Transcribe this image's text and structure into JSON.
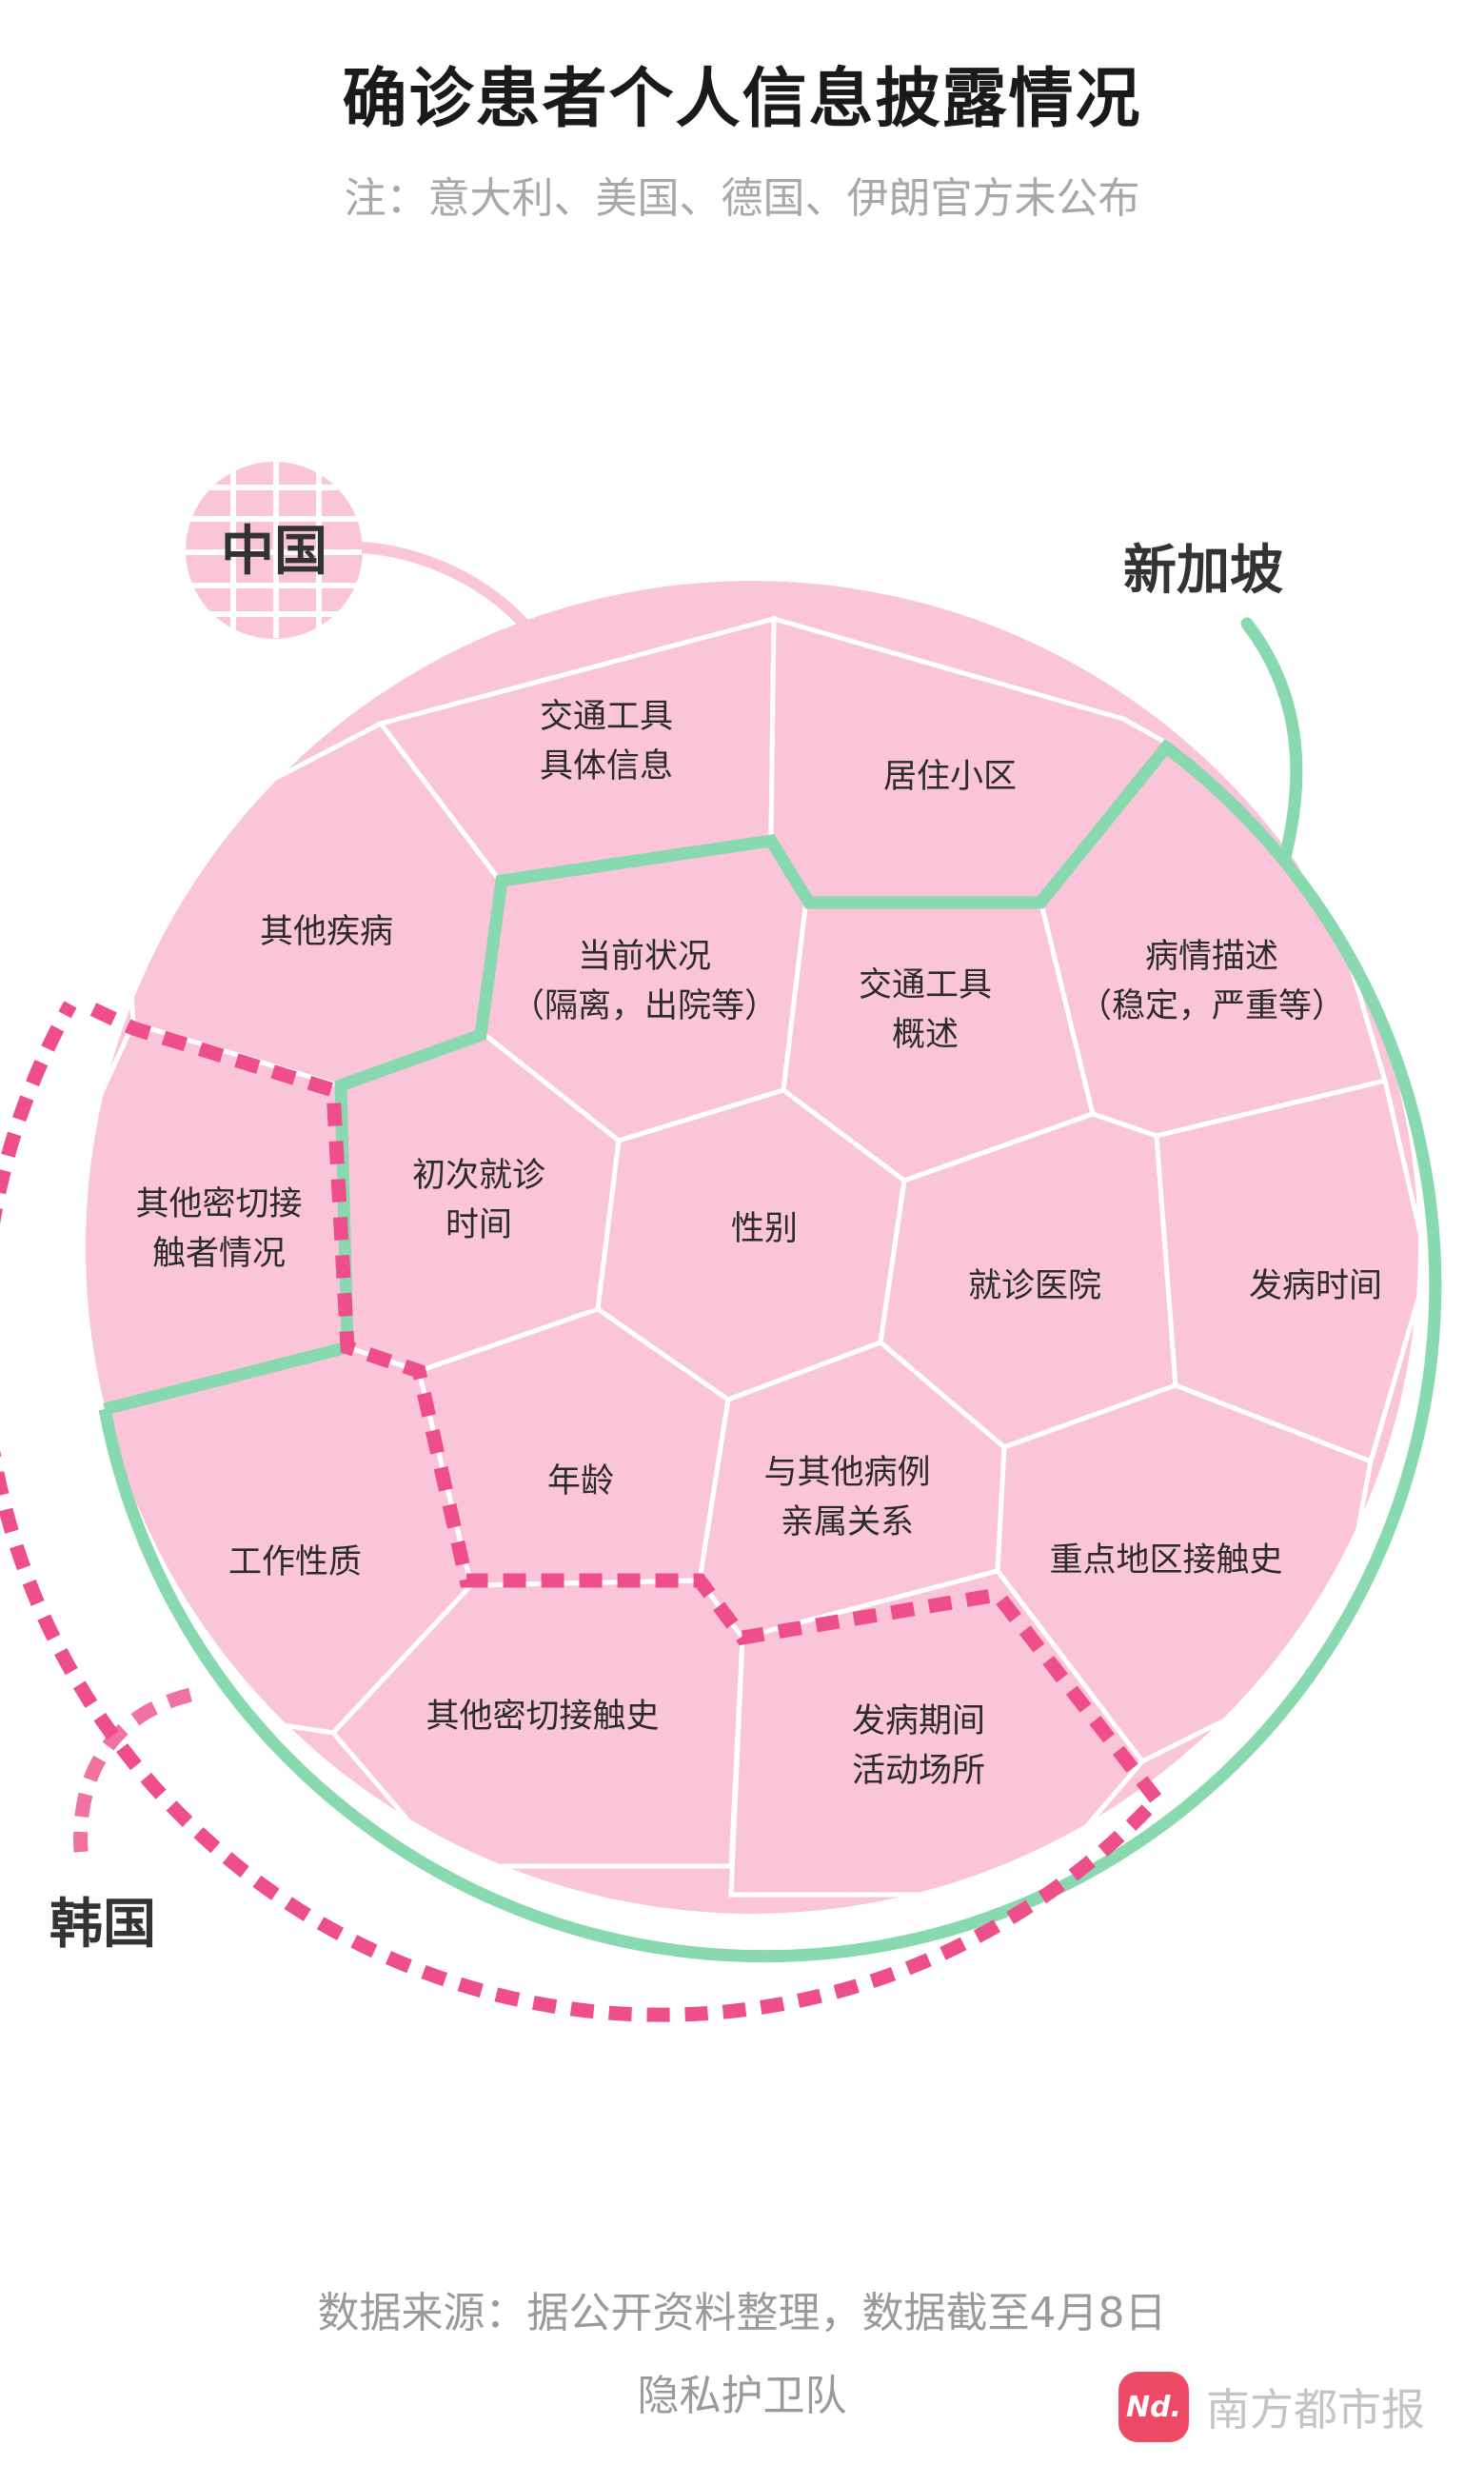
{
  "title": "确诊患者个人信息披露情况",
  "subtitle": "注：意大利、美国、德国、伊朗官方未公布",
  "countries": {
    "china": {
      "label": "中国",
      "color": "#fbc5d9"
    },
    "singapore": {
      "label": "新加坡",
      "color": "#88d8b0"
    },
    "korea": {
      "label": "韩国",
      "color": "#ee4f8a"
    }
  },
  "cells": [
    {
      "id": "jiaotong-detail",
      "lines": [
        "交通工具",
        "具体信息"
      ]
    },
    {
      "id": "juzhu",
      "lines": [
        "居住小区"
      ]
    },
    {
      "id": "qita-jibing",
      "lines": [
        "其他疾病"
      ]
    },
    {
      "id": "dangqian",
      "lines": [
        "当前状况",
        "（隔离，出院等）"
      ]
    },
    {
      "id": "jiaotong-overview",
      "lines": [
        "交通工具",
        "概述"
      ]
    },
    {
      "id": "bingqing",
      "lines": [
        "病情描述",
        "（稳定，严重等）"
      ]
    },
    {
      "id": "qita-mijie-qingkuang",
      "lines": [
        "其他密切接",
        "触者情况"
      ]
    },
    {
      "id": "chuci",
      "lines": [
        "初次就诊",
        "时间"
      ]
    },
    {
      "id": "xingbie",
      "lines": [
        "性别"
      ]
    },
    {
      "id": "jiuzhen-yiyuan",
      "lines": [
        "就诊医院"
      ]
    },
    {
      "id": "fabing-shijian",
      "lines": [
        "发病时间"
      ]
    },
    {
      "id": "gongzuo",
      "lines": [
        "工作性质"
      ]
    },
    {
      "id": "nianling",
      "lines": [
        "年龄"
      ]
    },
    {
      "id": "qinshu",
      "lines": [
        "与其他病例",
        "亲属关系"
      ]
    },
    {
      "id": "zhongdian",
      "lines": [
        "重点地区接触史"
      ]
    },
    {
      "id": "qita-mijie-shi",
      "lines": [
        "其他密切接触史"
      ]
    },
    {
      "id": "huodong",
      "lines": [
        "发病期间",
        "活动场所"
      ]
    }
  ],
  "footer": {
    "source": "数据来源：据公开资料整理，数据截至4月8日",
    "team": "隐私护卫队"
  },
  "brand": {
    "logo_text": "Nd.",
    "name": "南方都市报"
  }
}
